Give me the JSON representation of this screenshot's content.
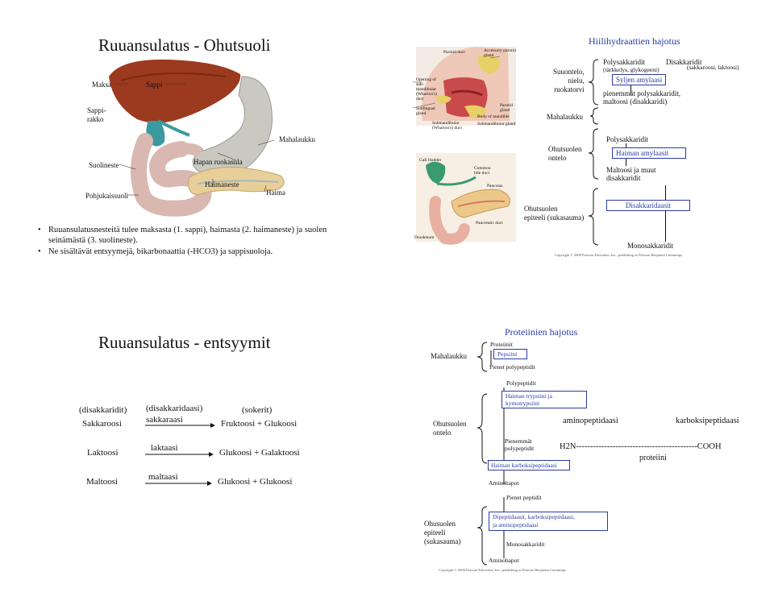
{
  "slide1": {
    "title": "Ruuansulatus - Ohutsuoli",
    "labels": {
      "maksa": "Maksa",
      "sappi": "Sappi",
      "sappirakko": "Sappi-\nrakko",
      "mahalaukku": "Mahalaukku",
      "suolineste": "Suolineste",
      "hapan_ruokasula": "Hapan ruokasula",
      "haimaneste": "Haimaneste",
      "pohjukaissuoli": "Pohjukaissuoli",
      "haima": "Haima"
    },
    "bullets": [
      "Ruuansulatusnesteitä tulee maksasta (1. sappi), haimasta (2. haimaneste) ja suolen seinämästä (3. suolineste).",
      "Ne sisältävät entsyymejä, bikarbonaattia (-HCO3) ja sappisuoloja."
    ]
  },
  "slide2": {
    "title": "Hiilihydraattien hajotus",
    "anatomy": {
      "parotid": "Parotid duct",
      "accessory": "Accessory parotid gland",
      "opening": "Opening of sub-mandibular (Wharton's) duct",
      "sublingual": "Sublingual gland",
      "submandibular_duct": "Submandibular (Wharton's) duct",
      "parotid_gland": "Parotid gland",
      "body_mandible": "Body of mandible",
      "submandibular_gland": "Submandibular gland",
      "gallbladder": "Gall bladder",
      "common_bile": "Common bile duct",
      "pancreas": "Pancreas",
      "pancreatic_duct": "Pancreatic duct",
      "duodenum": "Duodenum"
    },
    "rows": {
      "mouth": "Suuontelo,\nnielu,\nruokatorvi",
      "stomach": "Mahalaukku",
      "lumen": "Ohutsuolen\nontelo",
      "epithelium": "Ohutsuolen\nepiteeli (sukasauma)"
    },
    "poly1": "Polysakkaridit",
    "poly1_sub": "(tärkkelys, glykogeeni)",
    "disakk": "Disakkaridit",
    "disakk_sub": "(sakkaroosi, laktoosi)",
    "sylki": "Syljen amylaasi",
    "pienemmat": "pienemmät polysakkaridit,\nmaltoosi (disakkaridi)",
    "poly2": "Polysakkaridit",
    "haima_amy": "Haiman amylaasit",
    "maltoosi": "Maltoosi ja muut\ndisakkaridit",
    "disakkaridaasit": "Disakkaridaasit",
    "mono": "Monosakkaridit",
    "copyright": "Copyright © 2008 Pearson Education, Inc., publishing as Pearson Benjamin Cummings."
  },
  "slide3": {
    "title": "Ruuansulatus - entsyymit",
    "headers": [
      "(disakkaridit)",
      "(disakkaridaasi)",
      "(sokerit)"
    ],
    "rows": [
      {
        "sugar": "Sakkaroosi",
        "enzyme": "sakkaraasi",
        "products": "Fruktoosi + Glukoosi"
      },
      {
        "sugar": "Laktoosi",
        "enzyme": "laktaasi",
        "products": "Glukoosi + Galaktoosi"
      },
      {
        "sugar": "Maltoosi",
        "enzyme": "maltaasi",
        "products": "Glukoosi + Glukoosi"
      }
    ]
  },
  "slide4": {
    "title": "Proteiinien hajotus",
    "mahalaukku": "Mahalaukku",
    "proteiinit": "Proteiinit",
    "pepsiini": "Pepsiini",
    "pienet_poly": "Pienet polypeptidit",
    "polypeptidit": "Polypeptidit",
    "trypsiini": "Haiman trypsiini ja\nkymotrypsiini",
    "ontelo": "Ohutsuolen\nontelo",
    "aminopep": "aminopeptidaasi",
    "karboksi": "karboksipeptidaasi",
    "pienemmat": "Pienemmät\npolypeptidit",
    "chain": "H2N-------------------------------------------COOH",
    "proteiini": "proteiini",
    "haima_karb": "Haiman karboksipeptidaasi",
    "aminohapot1": "Aminohapot",
    "pienet_pep": "Pienet peptidit",
    "epiteeli": "Ohusuolen\nepiteeli\n(sukasauma)",
    "dipep": "Dipeptidaasit, karboksipeptidaasi,\nja aminopeptidaasi",
    "mono": "Monosakkaridit",
    "aminohapot2": "Aminohapot",
    "copyright": "Copyright © 2008 Pearson Education, Inc., publishing as Pearson Benjamin Cummings."
  },
  "colors": {
    "accent": "#2a3ba8",
    "liver": "#9b3a1e",
    "gall": "#3a9aa0",
    "stomach": "#c9c9c2",
    "intestine": "#d8b8b0",
    "pancreas": "#e8cf9a"
  }
}
